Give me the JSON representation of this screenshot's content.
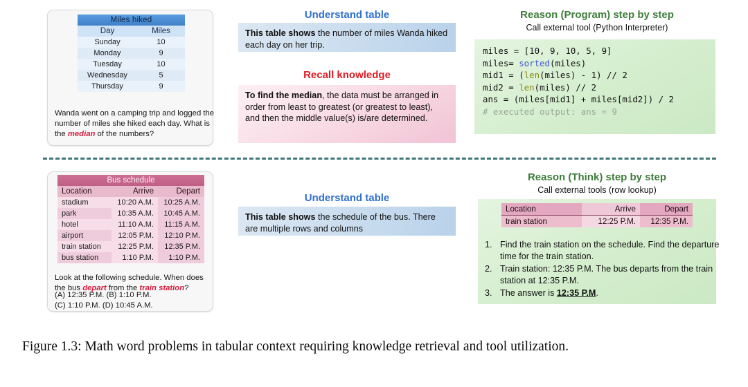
{
  "figure": {
    "caption": "Figure 1.3: Math word problems in tabular context requiring knowledge retrieval and tool utilization."
  },
  "row1": {
    "table": {
      "title": "Miles hiked",
      "columns": [
        "Day",
        "Miles"
      ],
      "rows": [
        [
          "Sunday",
          "10"
        ],
        [
          "Monday",
          "9"
        ],
        [
          "Tuesday",
          "10"
        ],
        [
          "Wednesday",
          "5"
        ],
        [
          "Thursday",
          "9"
        ]
      ],
      "question_prefix": "Wanda went on a camping trip and logged the number of miles she hiked each day. What is the ",
      "question_highlight": "median",
      "question_suffix": " of the numbers?"
    },
    "understand": {
      "heading": "Understand table",
      "body_bold": "This table shows",
      "body_rest": " the number of miles Wanda hiked each day on her trip."
    },
    "recall": {
      "heading": "Recall knowledge",
      "body_bold": "To find the median",
      "body_rest": ", the data must be arranged in order from least to greatest (or greatest to least), and then the middle value(s) is/are determined."
    },
    "reason": {
      "heading": "Reason (Program) step by step",
      "subheading": "Call external tool (Python Interpreter)",
      "code_lines": [
        "miles = [10, 9, 10, 5, 9]",
        "miles= sorted(miles)",
        "mid1 = (len(miles) - 1) // 2",
        "mid2 = len(miles) // 2",
        "ans = (miles[mid1] + miles[mid2]) / 2",
        "# executed output: ans = 9"
      ],
      "code_l1": "miles = [10, 9, 10, 5, 9]",
      "code_l2_a": "miles= ",
      "code_l2_fn": "sorted",
      "code_l2_b": "(miles)",
      "code_l3_a": "mid1 = (",
      "code_l3_fn": "len",
      "code_l3_b": "(miles) - 1) // 2",
      "code_l4_a": "mid2 = ",
      "code_l4_fn": "len",
      "code_l4_b": "(miles) // 2",
      "code_l5": "ans = (miles[mid1] + miles[mid2]) / 2",
      "code_l6": "# executed output: ans = 9"
    }
  },
  "row2": {
    "table": {
      "title": "Bus schedule",
      "columns": [
        "Location",
        "Arrive",
        "Depart"
      ],
      "rows": [
        [
          "stadium",
          "10:20 A.M.",
          "10:25 A.M."
        ],
        [
          "park",
          "10:35 A.M.",
          "10:45 A.M."
        ],
        [
          "hotel",
          "11:10 A.M.",
          "11:15 A.M."
        ],
        [
          "airport",
          "12:05 P.M.",
          "12:10 P.M."
        ],
        [
          "train station",
          "12:25 P.M.",
          "12:35 P.M."
        ],
        [
          "bus station",
          "1:10 P.M.",
          "1:10 P.M."
        ]
      ],
      "question_a": "Look at the following schedule. When does the bus ",
      "question_hl1": "depart",
      "question_b": " from the ",
      "question_hl2": "train station",
      "question_c": "?",
      "choices_line1": "(A) 12:35 P.M. (B) 1:10 P.M.",
      "choices_line2": "(C) 1:10 P.M. (D) 10:45 A.M."
    },
    "understand": {
      "heading": "Understand table",
      "body_bold": "This table shows",
      "body_rest": " the schedule of the bus. There are multiple rows and columns"
    },
    "reason": {
      "heading": "Reason (Think) step by step",
      "subheading": "Call external tools (row lookup)",
      "lookup": {
        "columns": [
          "Location",
          "Arrive",
          "Depart"
        ],
        "row": [
          "train station",
          "12:25 P.M.",
          "12:35 P.M."
        ]
      },
      "steps": [
        {
          "num": "1.",
          "text": "Find the train station on the schedule. Find the departure time for the train station."
        },
        {
          "num": "2.",
          "text": "Train station: 12:35 P.M. The bus departs from the train station at 12:35 P.M."
        }
      ],
      "final_num": "3.",
      "final_prefix": "The answer is ",
      "final_answer": "12:35 P.M",
      "final_suffix": "."
    }
  },
  "colors": {
    "blue_accent": "#2f6fd0",
    "red_accent": "#e01b24",
    "green_accent": "#3e7d3a",
    "divider": "#2c6a68",
    "pink_header": "#c05f86",
    "blue_header": "#3f7fc7"
  }
}
